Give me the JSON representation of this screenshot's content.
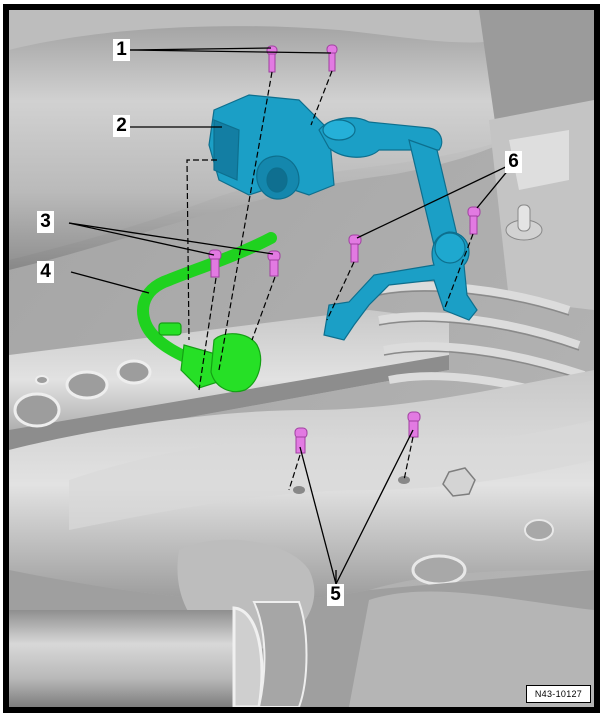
{
  "figure": {
    "type": "exploded-assembly-illustration",
    "subject": "Vehicle level sender (headlight range control sensor) with bracket and wiring on rear suspension",
    "reference_code": "N43-10127",
    "colors": {
      "frame": "#000000",
      "background_metal": "#a9a9a9",
      "sensor_blue": "#1a9fc6",
      "wiring_green": "#22dd22",
      "bolts_pink": "#e070e0",
      "callout_bg": "#ffffff"
    }
  },
  "callouts": [
    {
      "id": "1",
      "label": "1",
      "target": "bolts securing sensor to bracket (2x, top)"
    },
    {
      "id": "2",
      "label": "2",
      "target": "level sensor body (blue)"
    },
    {
      "id": "3",
      "label": "3",
      "target": "clips/bolts for wiring harness (2x)"
    },
    {
      "id": "4",
      "label": "4",
      "target": "wiring harness with connector (green)"
    },
    {
      "id": "5",
      "label": "5",
      "target": "bolts securing bracket to subframe (2x, lower)"
    },
    {
      "id": "6",
      "label": "6",
      "target": "bolts securing coupling rod bracket (2x)"
    }
  ]
}
